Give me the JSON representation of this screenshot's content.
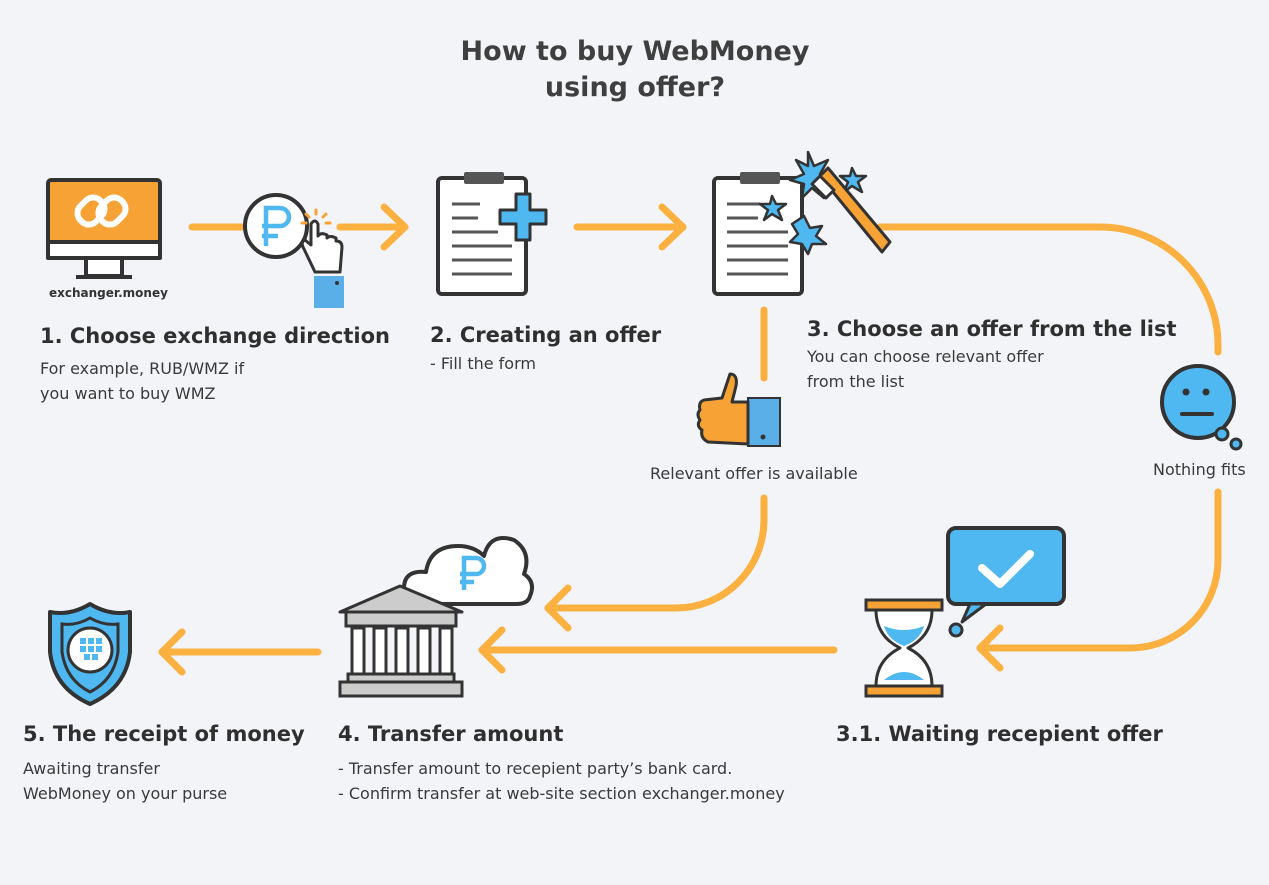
{
  "title": {
    "line1": "How to buy WebMoney",
    "line2": "using offer?"
  },
  "icons": {
    "monitor": "monitor-exchanger-icon",
    "ruble_click": "ruble-click-icon",
    "clipboard_add": "clipboard-plus-icon",
    "clipboard_magic": "clipboard-magic-wand-icon",
    "thumbs_up": "thumbs-up-icon",
    "face_neutral": "neutral-face-icon",
    "bank_cloud": "bank-ruble-cloud-icon",
    "shield": "webmoney-shield-icon",
    "hourglass": "hourglass-check-icon"
  },
  "colors": {
    "arrow": "#fbb040",
    "accent_blue": "#4fb8f0",
    "orange": "#f7a235",
    "dark": "#3a3a3a"
  },
  "brand": "exchanger.money",
  "steps": {
    "s1": {
      "heading": "1. Choose exchange direction",
      "line1": "For example, RUB/WMZ if",
      "line2": "you want to buy WMZ"
    },
    "s2": {
      "heading": "2. Creating an offer",
      "line1": "- Fill the form"
    },
    "s3": {
      "heading": "3.  Choose an offer from the list",
      "line1": "You can choose relevant offer",
      "line2": "from the list"
    },
    "s31": {
      "heading": "3.1.  Waiting recepient offer"
    },
    "s4": {
      "heading": "4. Transfer amount",
      "line1": "- Transfer amount to recepient party’s bank card.",
      "line2": "- Confirm transfer at web-site section  exchanger.money"
    },
    "s5": {
      "heading": "5. The receipt of money",
      "line1": "Awaiting transfer",
      "line2": "WebMoney on your purse"
    }
  },
  "branches": {
    "available": "Relevant offer is available",
    "nothing": "Nothing fits"
  }
}
